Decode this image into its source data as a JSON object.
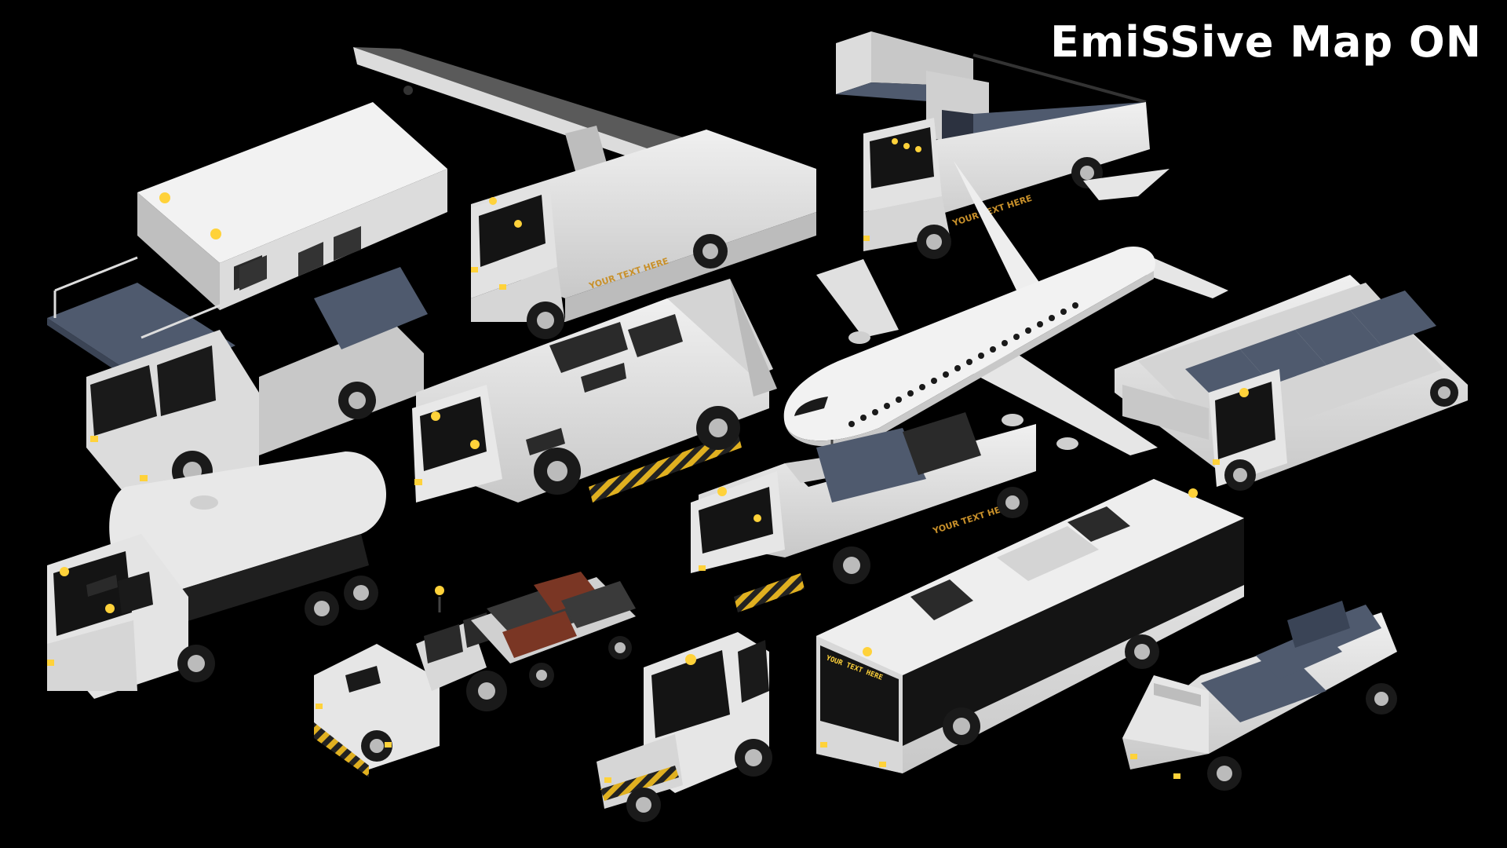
{
  "headline": "EmiSSive Map ON",
  "decals": {
    "stair_truck": "YOUR TEXT HERE",
    "belt_loader": "YOUR TEXT HERE",
    "tow_tractor": "YOUR TEXT HERE",
    "bus_destination": "YOUR TEXT HERE"
  },
  "colors": {
    "background": "#000000",
    "body": "#e2e2e2",
    "body_shade": "#c4c4c4",
    "body_dark": "#9a9a9a",
    "deck": "#4f5a6e",
    "dark": "#2a2a2a",
    "glass": "#121212",
    "light": "#ffd23a",
    "decal_text": "#c8902a",
    "luggage_red": "#7a3624",
    "luggage_dark": "#3a3a3a",
    "hazard_yellow": "#e0b020"
  },
  "icons": {
    "beacon": "amber-beacon-icon"
  }
}
